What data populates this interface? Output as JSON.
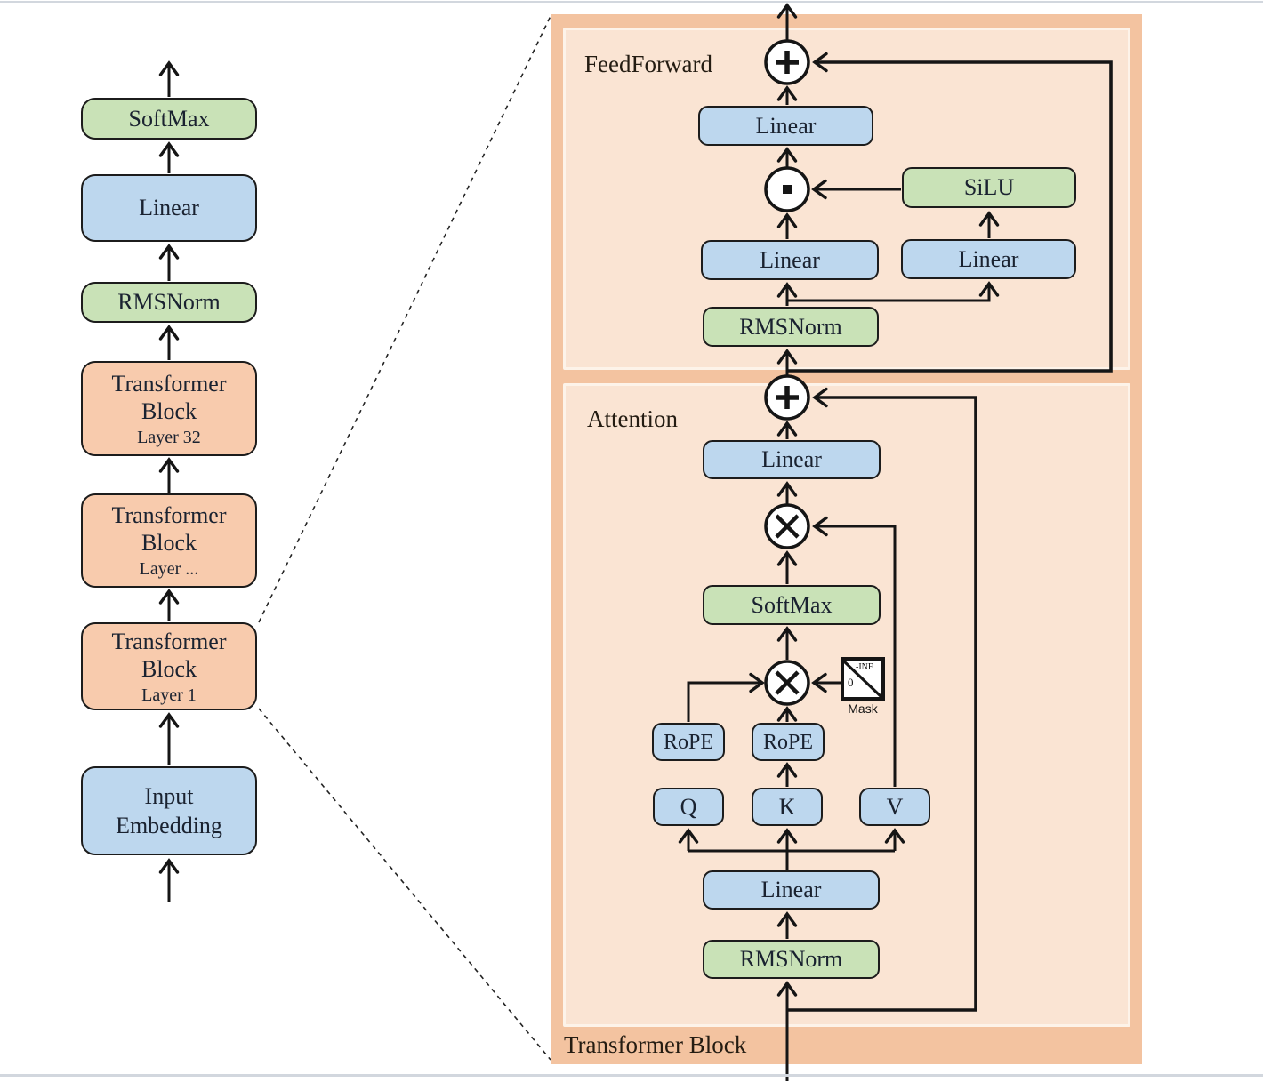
{
  "colors": {
    "green": "#c9e2b7",
    "blue": "#bdd7ee",
    "orange": "#f8cbad",
    "panel": "#fae4d3",
    "band": "#f3c3a0",
    "line": "#151515"
  },
  "left_column": {
    "blocks": [
      {
        "label": "SoftMax",
        "color": "green"
      },
      {
        "label": "Linear",
        "color": "blue"
      },
      {
        "label": "RMSNorm",
        "color": "green"
      },
      {
        "label": "Transformer Block",
        "sublabel": "Layer 32",
        "color": "orange"
      },
      {
        "label": "Transformer Block",
        "sublabel": "Layer ...",
        "color": "orange"
      },
      {
        "label": "Transformer Block",
        "sublabel": "Layer 1",
        "color": "orange"
      },
      {
        "label": "Input Embedding",
        "color": "blue"
      }
    ]
  },
  "detail_view": {
    "container_label": "Transformer Block",
    "feedforward": {
      "section_label": "FeedForward",
      "linear_out": "Linear",
      "silu": "SiLU",
      "linear_gate": "Linear",
      "linear_up": "Linear",
      "rmsnorm": "RMSNorm"
    },
    "attention": {
      "section_label": "Attention",
      "linear_out": "Linear",
      "softmax": "SoftMax",
      "rope_q": "RoPE",
      "rope_k": "RoPE",
      "q": "Q",
      "k": "K",
      "v": "V",
      "linear_qkv": "Linear",
      "rmsnorm": "RMSNorm",
      "mask": {
        "zero": "0",
        "neg_inf": "-INF",
        "label": "Mask"
      }
    }
  }
}
